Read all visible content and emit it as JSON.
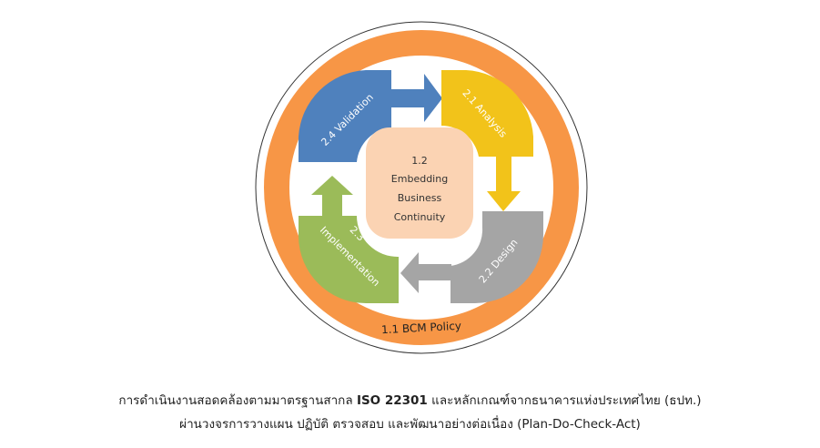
{
  "diagram": {
    "outer_ring_label": "1.1 BCM Policy",
    "center": {
      "line1": "1.2",
      "line2": "Embedding",
      "line3": "Business",
      "line4": "Continuity"
    },
    "stages": [
      {
        "label": "2.1 Analysis",
        "color": "#f2c31a"
      },
      {
        "label": "2.2 Design",
        "color": "#a5a5a5"
      },
      {
        "label_num": "2.3",
        "label": "Implementation",
        "color": "#9bbb59"
      },
      {
        "label": "2.4 Validation",
        "color": "#4f81bd"
      }
    ],
    "ring_color": "#f79646",
    "center_color": "#fbd3b3"
  },
  "caption": {
    "line1_pre": "การดำเนินงานสอดคล้องตามมาตรฐานสากล ",
    "line1_bold": "ISO 22301",
    "line1_post": " และหลักเกณฑ์จากธนาคารแห่งประเทศไทย (ธปท.)",
    "line2": "ผ่านวงจรการวางแผน ปฏิบัติ ตรวจสอบ และพัฒนาอย่างต่อเนื่อง (Plan-Do-Check-Act)"
  }
}
